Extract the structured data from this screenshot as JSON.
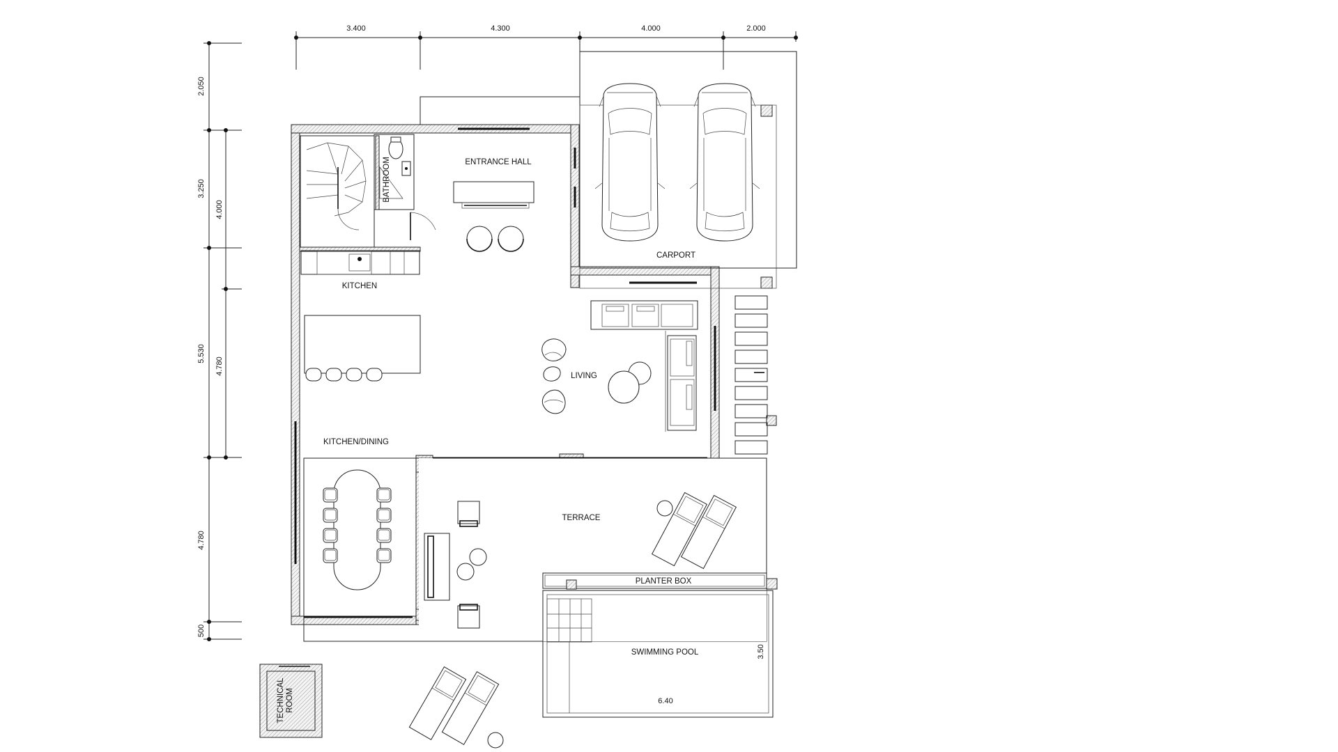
{
  "plan": {
    "dimensions": {
      "top": [
        "3.400",
        "4.300",
        "4.000",
        "2.000"
      ],
      "left_outer": [
        "2.050",
        "3.250",
        "5.530",
        "4.780",
        "500"
      ],
      "left_inner": [
        "4.000",
        "4.780"
      ]
    },
    "rooms": {
      "entrance_hall": "ENTRANCE HALL",
      "bathroom": "BATHROOM",
      "kitchen": "KITCHEN",
      "carport": "CARPORT",
      "living": "LIVING",
      "kitchen_dining": "KITCHEN/DINING",
      "terrace": "TERRACE",
      "planter_box": "PLANTER BOX",
      "swimming_pool": "SWIMMING POOL",
      "technical_room_line1": "TECHNICAL",
      "technical_room_line2": "ROOM"
    },
    "pool": {
      "width_label": "6.40",
      "depth_label": "3.50"
    }
  }
}
